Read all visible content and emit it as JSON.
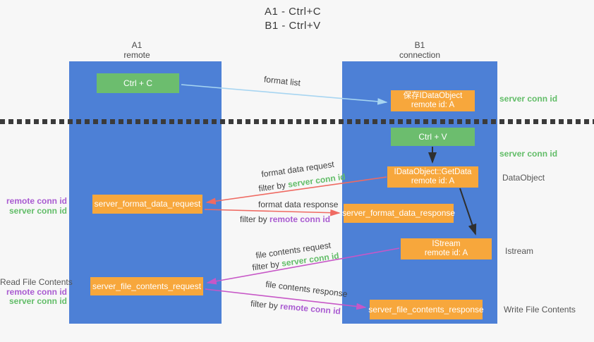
{
  "title": {
    "line1": "A1 - Ctrl+C",
    "line2": "B1 - Ctrl+V"
  },
  "lifelines": {
    "a1": {
      "name": "A1",
      "role": "remote"
    },
    "b1": {
      "name": "B1",
      "role": "connection"
    }
  },
  "nodes": {
    "ctrl_c": {
      "label": "Ctrl + C"
    },
    "ctrl_v": {
      "label": "Ctrl + V"
    },
    "save_dataobject": {
      "line1": "保存IDataObject",
      "line2": "remote id: A"
    },
    "getdata": {
      "line1": "IDataObject::GetData",
      "line2": "remote id: A"
    },
    "istream": {
      "line1": "IStream",
      "line2": "remote id: A"
    },
    "format_request": {
      "label": "server_format_data_request"
    },
    "format_response": {
      "label": "server_format_data_response"
    },
    "file_request": {
      "label": "server_file_contents_request"
    },
    "file_response": {
      "label": "server_file_contents_response"
    }
  },
  "arrow_labels": {
    "format_list": "format list",
    "format_data_request": "format data request",
    "format_data_response": "format data response",
    "file_contents_request": "file contents request",
    "file_contents_response": "file contents response",
    "filter_by": "filter by",
    "server_conn_id": "server conn id",
    "remote_conn_id": "remote conn id"
  },
  "annotations": {
    "right_server_conn_id_1": "server conn id",
    "right_server_conn_id_2": "server conn id",
    "dataobject": "DataObject",
    "istream": "Istream",
    "write_file_contents": "Write File Contents",
    "read_file_contents": "Read File Contents",
    "left_remote_conn_id_1": "remote conn id",
    "left_server_conn_id_1": "server conn id",
    "left_remote_conn_id_2": "remote conn id",
    "left_server_conn_id_2": "server conn id"
  },
  "colors": {
    "lifeline_blue": "#4d80d6",
    "node_green": "#6cbd6e",
    "node_orange": "#f7a73c",
    "arrow_blue": "#a7d5f1",
    "arrow_red": "#ef6a62",
    "arrow_magenta": "#c757c7",
    "arrow_black": "#2f2f2f",
    "conn_green": "#62bd68",
    "conn_purple": "#a95bd1"
  }
}
